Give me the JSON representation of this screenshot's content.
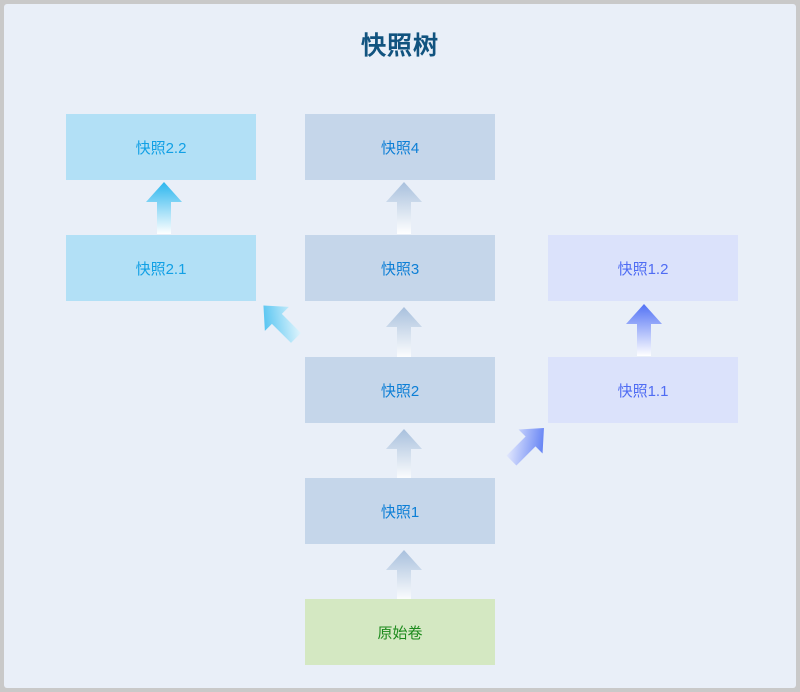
{
  "page": {
    "title": "快照树",
    "background": "#e9eff8",
    "frame_color": "#c9c9c9",
    "title_color": "#11537f"
  },
  "palette": {
    "cyan_fill": "#b2e0f6",
    "cyan_text": "#11a0e5",
    "steel_fill": "#c5d6ea",
    "steel_text": "#0d7fd6",
    "lavender_fill": "#dbe2fb",
    "lavender_text": "#4f6cf3",
    "green_fill": "#d4e8c2",
    "green_text": "#1c8a1c"
  },
  "diagram": {
    "type": "tree",
    "root": "原始卷",
    "nodes": [
      {
        "id": "volume",
        "label": "原始卷",
        "kind": "green",
        "column": "center",
        "level": 0
      },
      {
        "id": "snap1",
        "label": "快照1",
        "kind": "steel",
        "column": "center",
        "level": 1
      },
      {
        "id": "snap2",
        "label": "快照2",
        "kind": "steel",
        "column": "center",
        "level": 2
      },
      {
        "id": "snap3",
        "label": "快照3",
        "kind": "steel",
        "column": "center",
        "level": 3
      },
      {
        "id": "snap4",
        "label": "快照4",
        "kind": "steel",
        "column": "center",
        "level": 4
      },
      {
        "id": "snap2_1",
        "label": "快照2.1",
        "kind": "cyan",
        "column": "left",
        "level": 3
      },
      {
        "id": "snap2_2",
        "label": "快照2.2",
        "kind": "cyan",
        "column": "left",
        "level": 4
      },
      {
        "id": "snap1_1",
        "label": "快照1.1",
        "kind": "lavender",
        "column": "right",
        "level": 2
      },
      {
        "id": "snap1_2",
        "label": "快照1.2",
        "kind": "lavender",
        "column": "right",
        "level": 3
      }
    ],
    "edges": [
      {
        "from": "volume",
        "to": "snap1",
        "direction": "up",
        "color": "steel"
      },
      {
        "from": "snap1",
        "to": "snap2",
        "direction": "up",
        "color": "steel"
      },
      {
        "from": "snap2",
        "to": "snap3",
        "direction": "up",
        "color": "steel"
      },
      {
        "from": "snap3",
        "to": "snap4",
        "direction": "up",
        "color": "steel"
      },
      {
        "from": "snap2",
        "to": "snap2_1",
        "direction": "up-left",
        "color": "cyan"
      },
      {
        "from": "snap2_1",
        "to": "snap2_2",
        "direction": "up",
        "color": "cyan"
      },
      {
        "from": "snap1",
        "to": "snap1_1",
        "direction": "up-right",
        "color": "lavender"
      },
      {
        "from": "snap1_1",
        "to": "snap1_2",
        "direction": "up",
        "color": "lavender"
      }
    ]
  }
}
